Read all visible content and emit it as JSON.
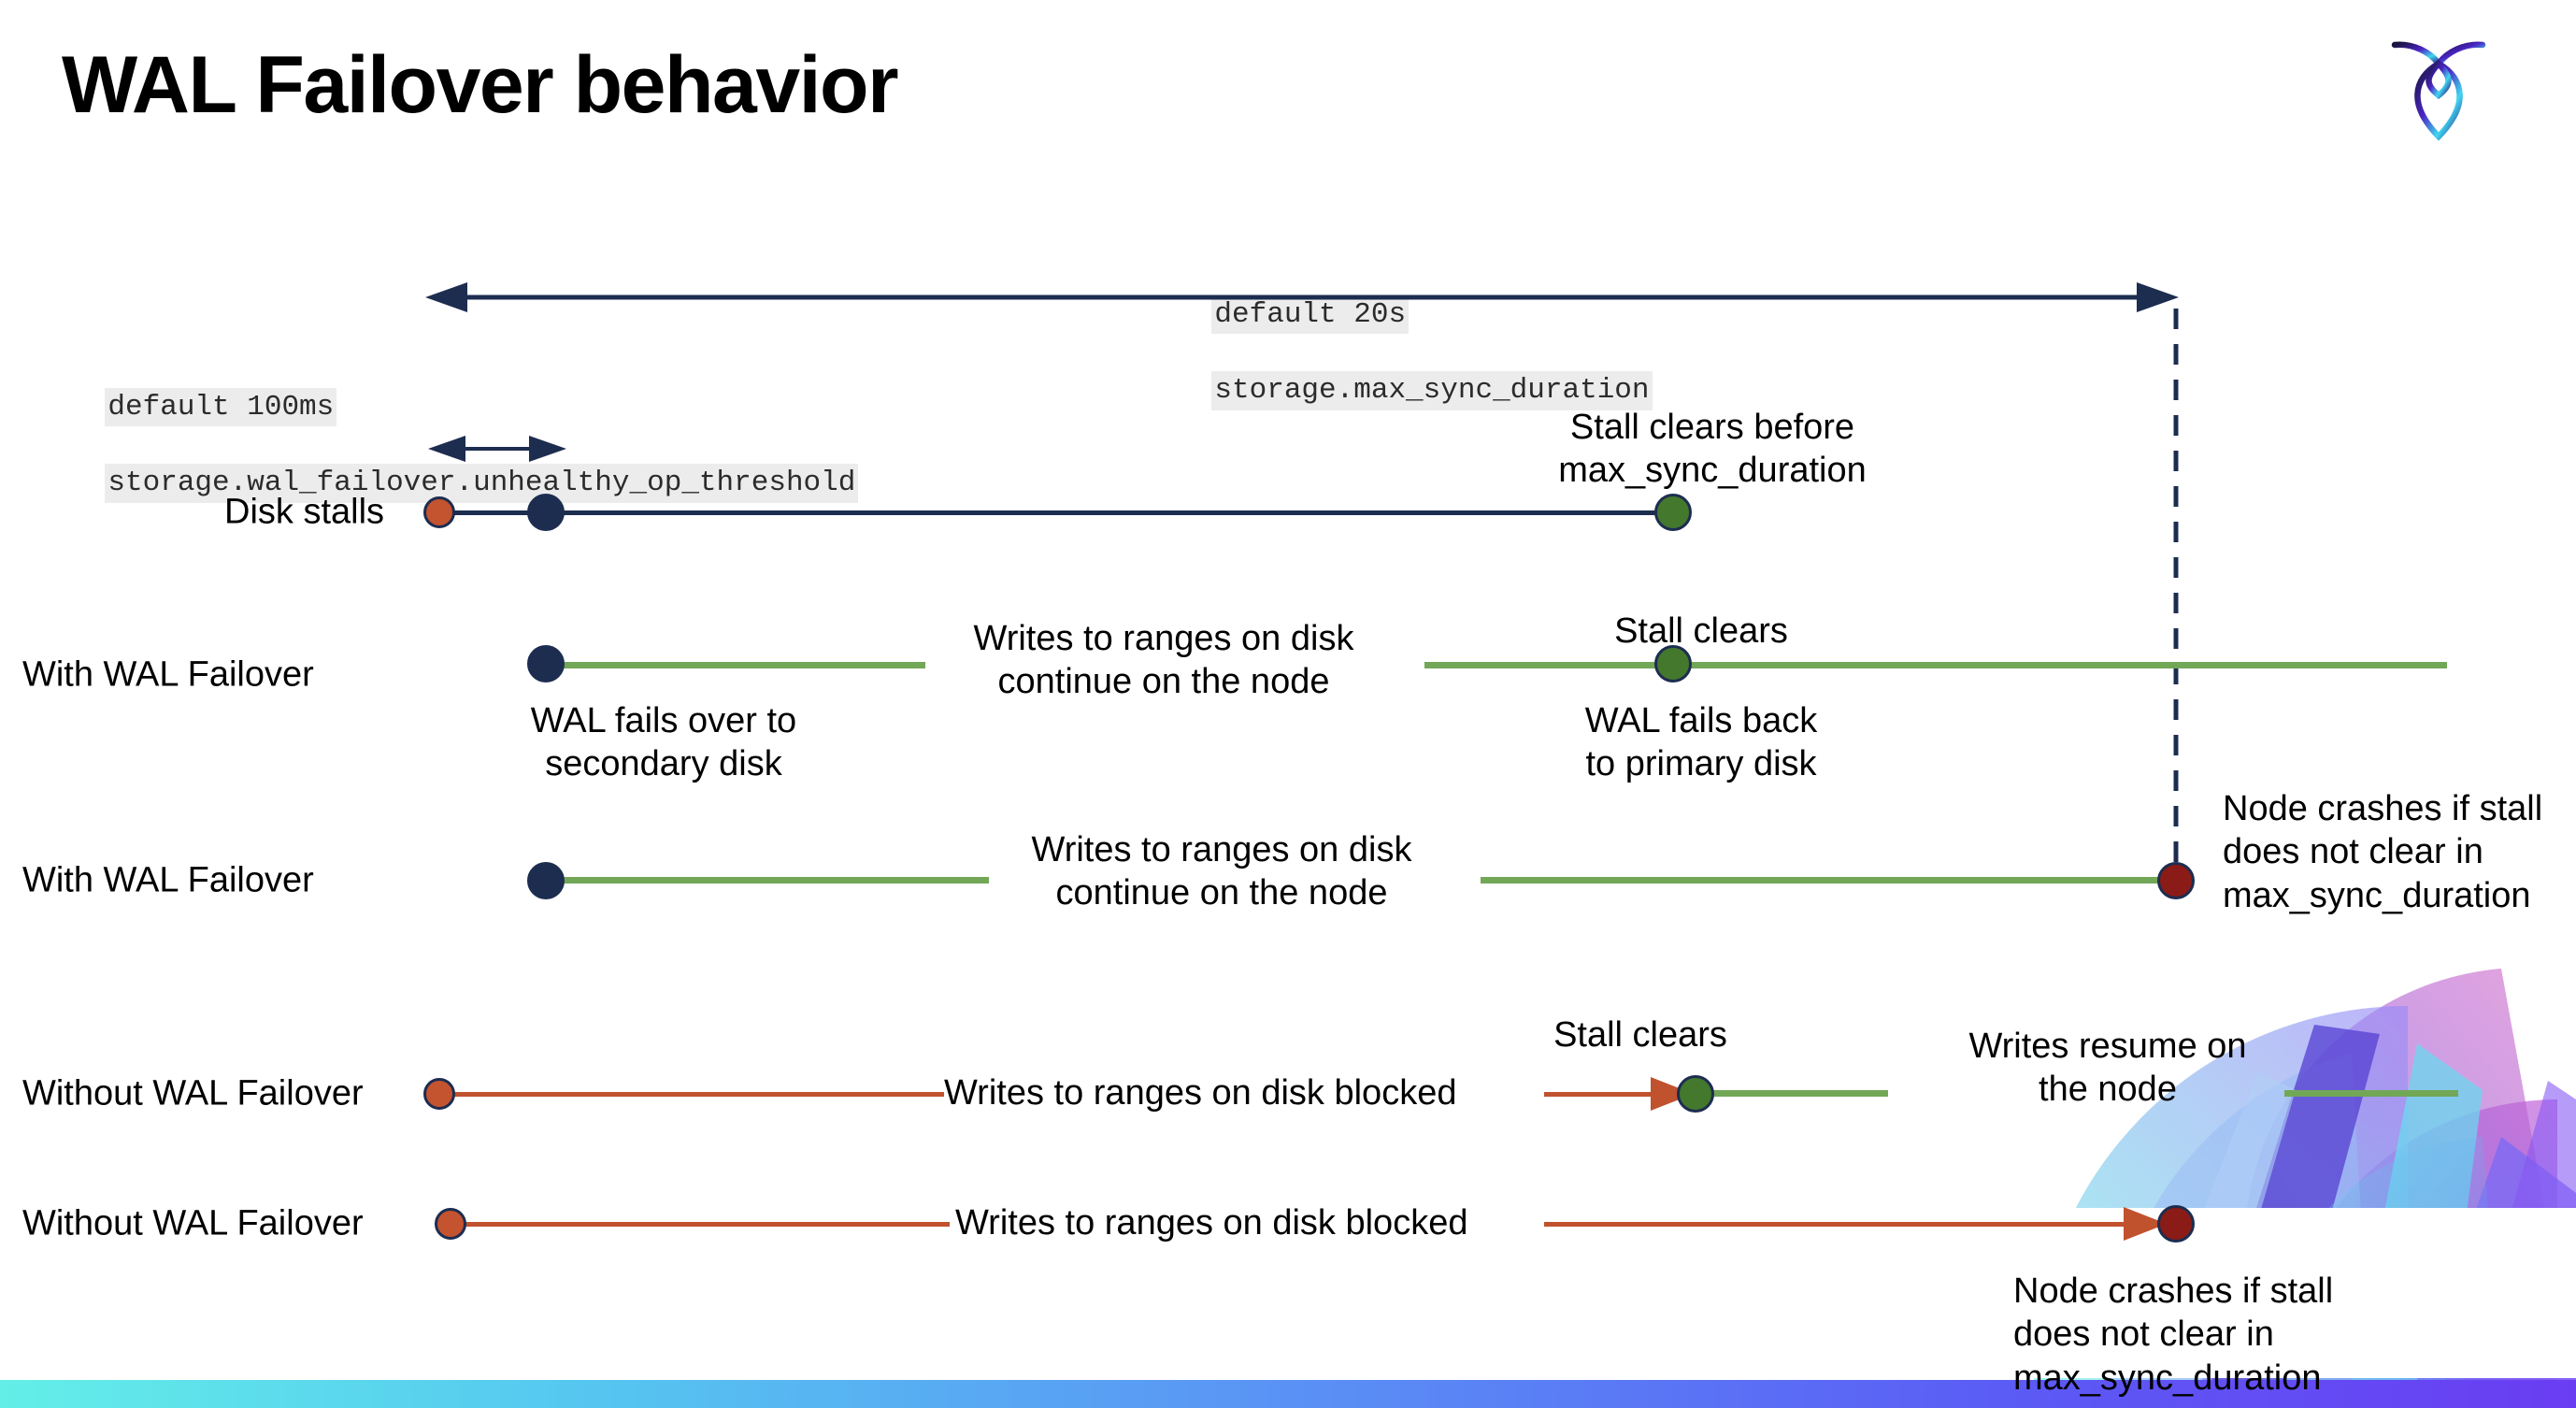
{
  "slide": {
    "title": "WAL Failover behavior",
    "background": "#ffffff",
    "logo_name": "cockroachdb-logo"
  },
  "colors": {
    "navy": "#1d2d50",
    "green_line": "#72a757",
    "green_dot": "#44782d",
    "orange": "#c4532f",
    "orange_line": "#c0522e",
    "dark_red": "#8a1b16",
    "code_chip_bg": "#ececec",
    "bar_gradient_start": "#63efe8",
    "bar_gradient_end": "#6a3df2"
  },
  "settings": {
    "max_sync_duration": {
      "default_label": "default 20s",
      "setting_name": "storage.max_sync_duration"
    },
    "unhealthy_op_threshold": {
      "default_label": "default 100ms",
      "setting_name": "storage.wal_failover.unhealthy_op_threshold"
    }
  },
  "rows": [
    {
      "id": "disk-stalls",
      "label": "Disk stalls",
      "notes": [
        "Stall clears before\nmax_sync_duration"
      ]
    },
    {
      "id": "with-wal-failover-clears",
      "label": "With WAL Failover",
      "notes": [
        "Writes to ranges on disk\ncontinue on the node",
        "Stall clears",
        "WAL fails over to\nsecondary disk",
        "WAL fails  back\nto primary disk"
      ]
    },
    {
      "id": "with-wal-failover-crash",
      "label": "With WAL Failover",
      "notes": [
        "Writes to ranges on disk\ncontinue on the node",
        "Node crashes if stall\ndoes not clear in\nmax_sync_duration"
      ]
    },
    {
      "id": "without-wal-failover-clears",
      "label": "Without WAL Failover",
      "notes": [
        "Writes to ranges on disk  blocked",
        "Stall clears",
        "Writes resume on\nthe node"
      ]
    },
    {
      "id": "without-wal-failover-crash",
      "label": "Without WAL Failover",
      "notes": [
        "Writes to ranges on disk  blocked",
        "Node crashes if stall\ndoes not clear in\nmax_sync_duration"
      ]
    }
  ],
  "markers": {
    "stall_start": "stall-start-marker",
    "failover_point": "failover-marker",
    "stall_clear": "stall-clear-marker",
    "node_crash": "node-crash-marker"
  }
}
